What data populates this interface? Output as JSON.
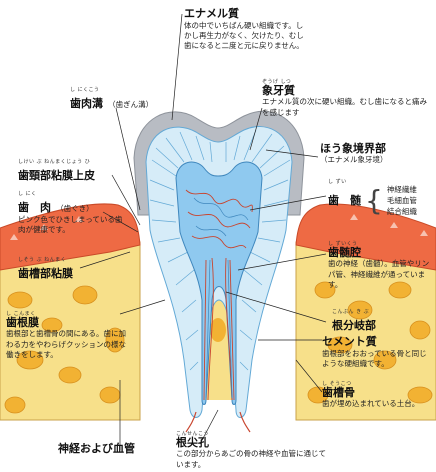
{
  "labels": {
    "enamel": {
      "title": "エナメル質",
      "desc": "体の中でいちばん硬い組織です。しかし再生力がなく、欠けたり、むし歯になると二度と元に戻りません。"
    },
    "gum_groove": {
      "ruby": "し にくこう",
      "title": "歯肉溝",
      "note": "（歯ぎん溝）"
    },
    "dentin": {
      "ruby": "ぞうげ しつ",
      "title": "象牙質",
      "desc": "エナメル質の次に硬い組織。むし歯になると痛みを感じます"
    },
    "cej": {
      "title": "ほう象境界部",
      "note": "（エナメル象牙境）"
    },
    "junctional_epi": {
      "ruby": "しけい ぶ ねんまくじょう ひ",
      "title": "歯頸部粘膜上皮"
    },
    "gingiva": {
      "ruby": "し にく",
      "title": "歯　肉",
      "note": "（歯ぐき）",
      "desc": "ピンク色でひきしまっている歯肉が健康です。"
    },
    "pulp": {
      "ruby": "し ずい",
      "title": "歯　髄",
      "items": [
        "神経繊維",
        "毛細血管",
        "結合組織"
      ]
    },
    "alveolar_mucosa": {
      "ruby": "しそう ぶ ねんまく",
      "title": "歯槽部粘膜"
    },
    "pulp_cavity": {
      "ruby": "し ずいくう",
      "title": "歯髄腔",
      "desc": "歯の神経（歯髄）。血管やリンパ管、神経繊維が通っています。"
    },
    "root_branch": {
      "ruby": "こんぶん き ぶ",
      "title": "根分岐部"
    },
    "pdl": {
      "ruby": "し こんまく",
      "title": "歯根膜",
      "desc": "歯根部と歯槽骨の間にある。歯に加わる力をやわらげクッションの様な働きをします。"
    },
    "cementum": {
      "title": "セメント質",
      "desc": "歯根部をおおっている骨と同じような硬組織です。"
    },
    "alveolar_bone": {
      "ruby": "し そうこつ",
      "title": "歯槽骨",
      "desc": "歯が埋め込まれている土台。"
    },
    "nerve_vessel": {
      "title": "神経および血管"
    },
    "apical_foramen": {
      "ruby": "こんせんこう",
      "title": "根尖孔",
      "desc": "この部分からあごの骨の神経や血管に通じています。"
    }
  },
  "colors": {
    "enamel": "#b8bcc3",
    "dentin_lines": "#63a9d6",
    "dentin_bg": "#d6ecf8",
    "pulp": "#8fc9ef",
    "gum": "#ee6a44",
    "bone": "#f7e08a",
    "bone_cells": "#f2b233",
    "vessel": "#c8452f"
  }
}
